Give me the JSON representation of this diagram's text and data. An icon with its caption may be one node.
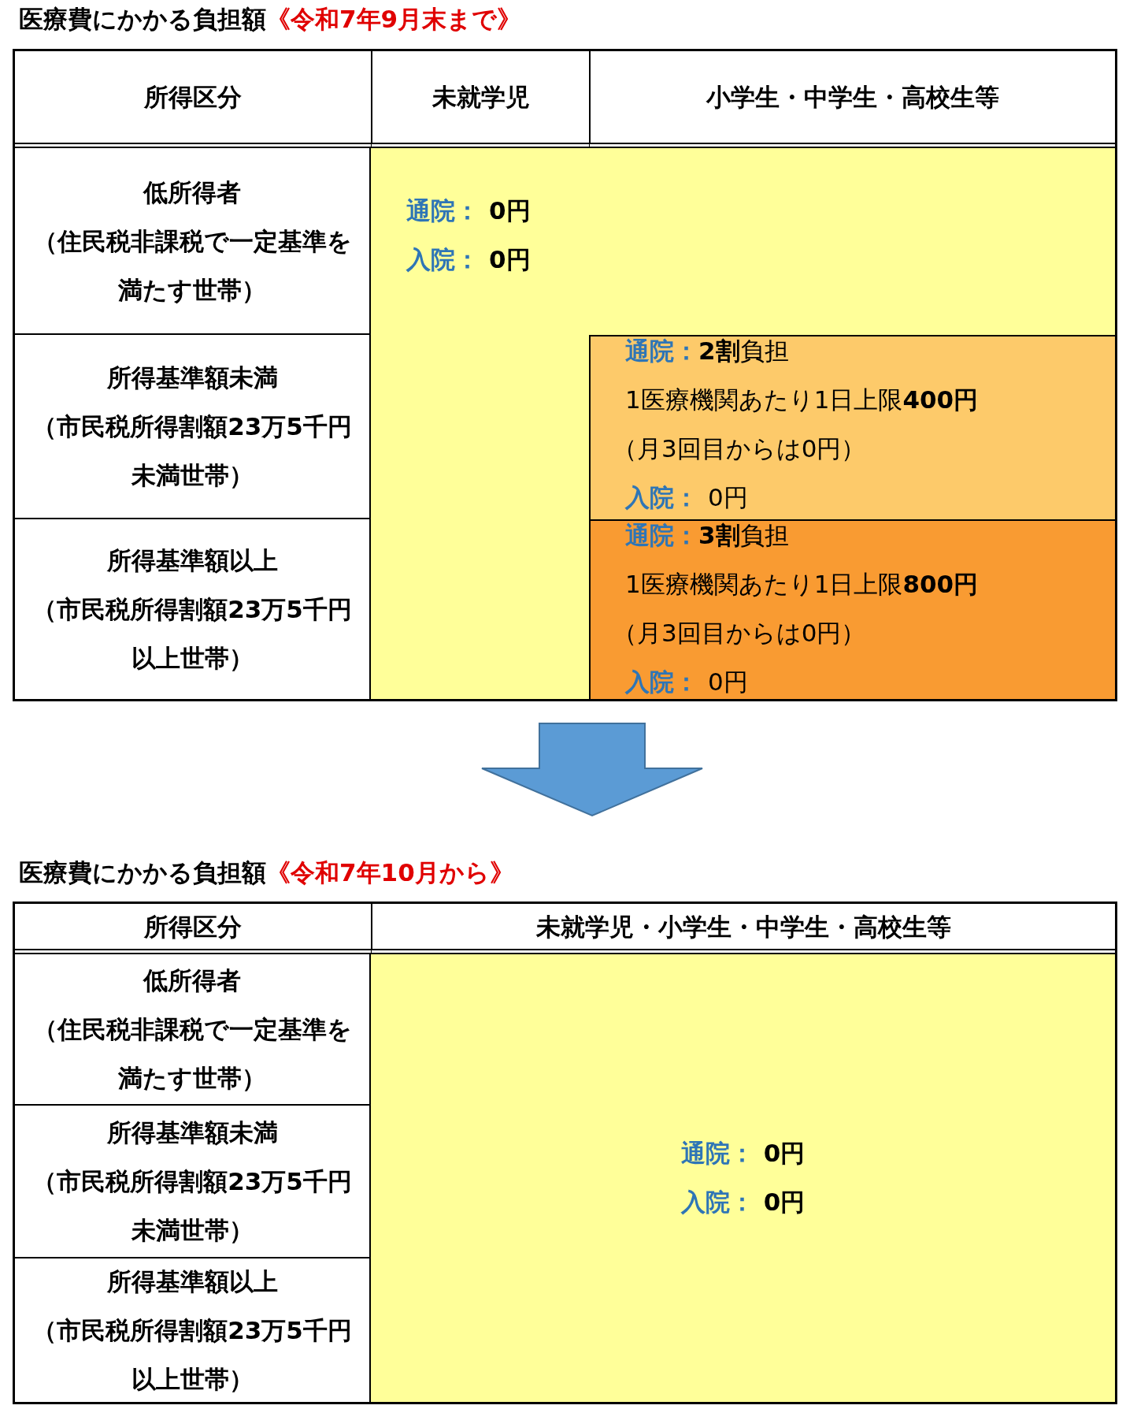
{
  "diagram": {
    "nodes": [
      {
        "text": [
          "医療費にかかる負担額",
          "《令和7年9月末まで》"
        ]
      },
      {
        "text": [
          "所得区分"
        ],
        "in": 0
      },
      {
        "text": [
          "未就学児"
        ],
        "in": 0
      },
      {
        "text": [
          "小学生・中学生・高校生等"
        ],
        "in": 0
      },
      {
        "text": [
          "低所得者",
          "（住民税非課税で一定基準を満たす世帯）"
        ],
        "in": 0
      },
      {
        "text": [
          "通院：",
          "0円",
          "入院：",
          "0円"
        ],
        "in": 0
      },
      {
        "text": [
          "所得基準額未満",
          "（市民税所得割額23万5千円未満世帯）"
        ],
        "in": 0
      },
      {
        "text": [
          "通院：",
          "**2割**負担",
          "1医療機関あたり1日上限**400円**",
          "（月3回目からは0円）",
          "入院：",
          "0円"
        ],
        "in": 0
      },
      {
        "text": [
          "所得基準額以上",
          "（市民税所得割額23万5千円以上世帯）"
        ],
        "in": 0
      },
      {
        "text": [
          "通院：",
          "**3割**負担",
          "1医療機関あたり1日上限**800円**",
          "（月3回目からは0円）",
          "入院：",
          "0円"
        ],
        "in": 0
      },
      {
        "text": [
          "医療費にかかる負担額",
          "《令和7年10月から》"
        ]
      },
      {
        "text": [
          "所得区分"
        ],
        "in": 10
      },
      {
        "text": [
          "未就学児・小学生・中学生・高校生等"
        ],
        "in": 10
      },
      {
        "text": [
          "低所得者",
          "（住民税非課税で一定基準を満たす世帯）"
        ],
        "in": 10
      },
      {
        "text": [
          "通院：",
          "0円",
          "入院：",
          "0円"
        ],
        "in": 10
      },
      {
        "text": [
          "所得基準額未満",
          "（市民税所得割額23万5千円未満世帯）"
        ],
        "in": 10
      },
      {
        "text": [
          "所得基準額以上",
          "（市民税所得割額23万5千円以上世帯）"
        ],
        "in": 10
      }
    ],
    "edges": [
      {
        "from": 0,
        "to": 10,
        "arrow": "to"
      }
    ]
  }
}
